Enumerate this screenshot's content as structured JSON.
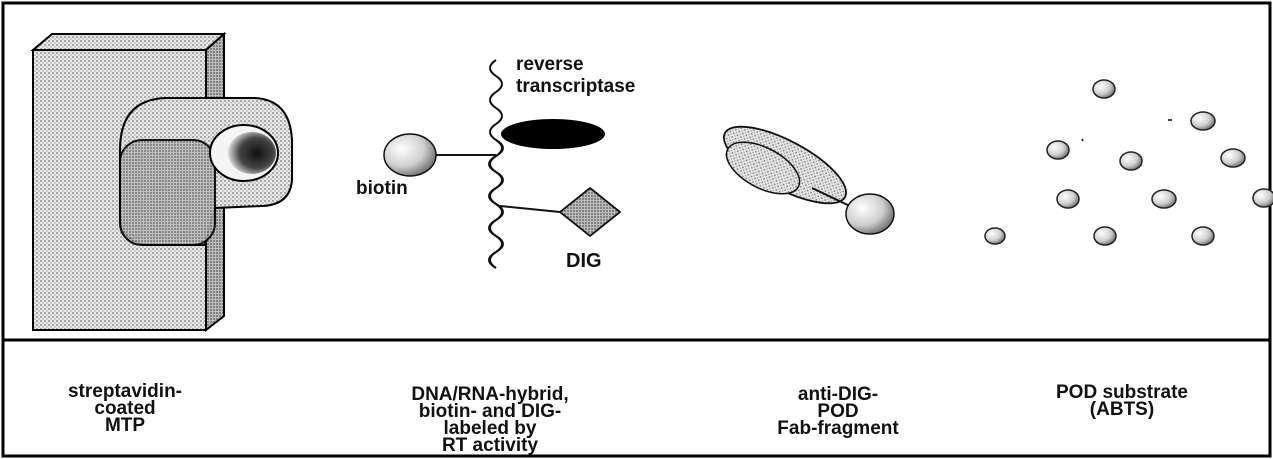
{
  "colors": {
    "border": "#000000",
    "ink": "#111111",
    "stipple": "#8a8a8a",
    "background": "#ffffff"
  },
  "labels": {
    "reverse_transcriptase": [
      "reverse",
      "transcriptase"
    ],
    "biotin": "biotin",
    "dig": "DIG"
  },
  "captions": [
    {
      "id": "mtp",
      "lines": [
        "streptavidin-",
        "coated",
        "MTP"
      ]
    },
    {
      "id": "hybrid",
      "lines": [
        "DNA/RNA-hybrid,",
        "biotin- and DIG-",
        "labeled by",
        "RT activity"
      ]
    },
    {
      "id": "fab",
      "lines": [
        "anti-DIG-",
        "POD",
        "Fab-fragment"
      ]
    },
    {
      "id": "substrate",
      "lines": [
        "POD substrate",
        "(ABTS)"
      ]
    }
  ]
}
